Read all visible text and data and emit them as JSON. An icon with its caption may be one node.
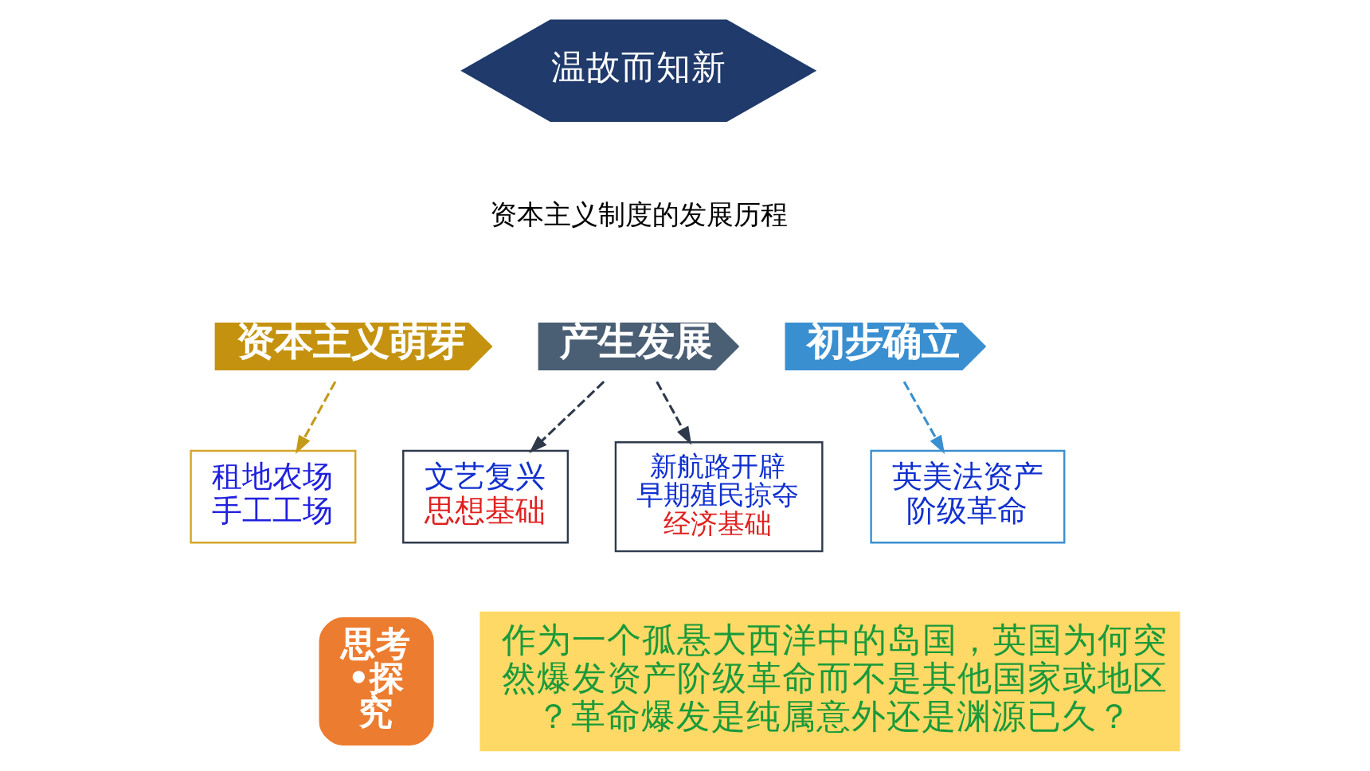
{
  "diagram": {
    "nodes": [
      {
        "text": [
          "温故而知新"
        ]
      },
      {
        "text": [
          "资本主义萌芽"
        ]
      },
      {
        "text": [
          "产生发展"
        ]
      },
      {
        "text": [
          "初步确立"
        ]
      },
      {
        "text": [
          "租地农场",
          "手工工场"
        ]
      },
      {
        "text": [
          "文艺复兴",
          "思想基础"
        ]
      },
      {
        "text": [
          "新航路开辟",
          "早期殖民掠夺",
          "经济基础"
        ]
      },
      {
        "text": [
          "英美法资产阶级革命"
        ]
      },
      {
        "text": [
          "思考•探究"
        ]
      },
      {
        "text": [
          "作为一个孤悬大西洋中的岛国，英国为何突然爆发资产阶级革命而不是其他国家或地区？革命爆发是纯属意外还是渊源已久？"
        ]
      }
    ],
    "edges": [
      {
        "from": 1,
        "to": 4,
        "arrow": "to",
        "style": "dashed",
        "color": "#c49a1a"
      },
      {
        "from": 2,
        "to": 5,
        "arrow": "to",
        "style": "dashed"
      },
      {
        "from": 2,
        "to": 6,
        "arrow": "to",
        "style": "dashed"
      },
      {
        "from": 3,
        "to": 7,
        "arrow": "to",
        "style": "dashed",
        "color": "#3a8fd0"
      }
    ],
    "labels": [
      "资本主义制度的发展历程"
    ]
  }
}
